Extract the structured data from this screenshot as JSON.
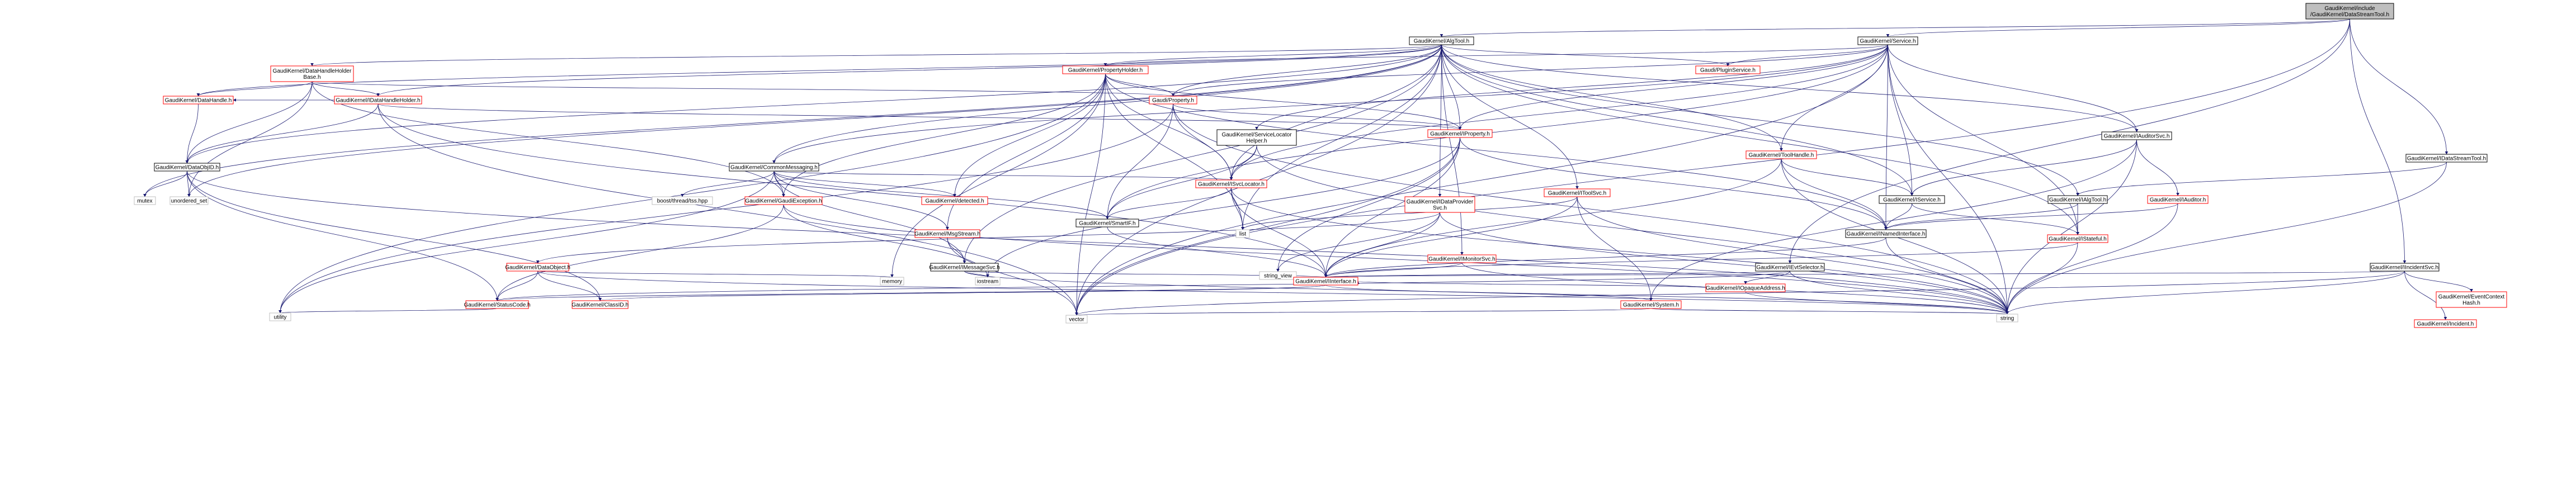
{
  "nodes": [
    {
      "id": "root",
      "lines": [
        "GaudiKernel/include",
        "/GaudiKernel/DataStreamTool.h"
      ],
      "style": "root"
    },
    {
      "id": "algtool",
      "lines": [
        "GaudiKernel/AlgTool.h"
      ],
      "style": "black"
    },
    {
      "id": "service",
      "lines": [
        "GaudiKernel/Service.h"
      ],
      "style": "black"
    },
    {
      "id": "dhhbase",
      "lines": [
        "GaudiKernel/DataHandleHolder",
        "Base.h"
      ],
      "style": "red"
    },
    {
      "id": "propholder",
      "lines": [
        "GaudiKernel/PropertyHolder.h"
      ],
      "style": "red"
    },
    {
      "id": "pluginsvc",
      "lines": [
        "Gaudi/PluginService.h"
      ],
      "style": "red"
    },
    {
      "id": "gprop",
      "lines": [
        "Gaudi/Property.h"
      ],
      "style": "red"
    },
    {
      "id": "idhh",
      "lines": [
        "GaudiKernel/IDataHandleHolder.h"
      ],
      "style": "red"
    },
    {
      "id": "datahandle",
      "lines": [
        "GaudiKernel/DataHandle.h"
      ],
      "style": "red"
    },
    {
      "id": "dataobjid",
      "lines": [
        "GaudiKernel/DataObjID.h"
      ],
      "style": "black"
    },
    {
      "id": "mutex",
      "lines": [
        "mutex"
      ],
      "style": "grey"
    },
    {
      "id": "unordset",
      "lines": [
        "unordered_set"
      ],
      "style": "grey"
    },
    {
      "id": "commsg",
      "lines": [
        "GaudiKernel/CommonMessaging.h"
      ],
      "style": "black"
    },
    {
      "id": "boostsp",
      "lines": [
        "boost/thread/tss.hpp"
      ],
      "style": "grey"
    },
    {
      "id": "gexcept",
      "lines": [
        "GaudiKernel/GaudiException.h"
      ],
      "style": "red"
    },
    {
      "id": "detected",
      "lines": [
        "GaudiKernel/detected.h"
      ],
      "style": "red"
    },
    {
      "id": "svclochelper",
      "lines": [
        "GaudiKernel/ServiceLocator",
        "Helper.h"
      ],
      "style": "black"
    },
    {
      "id": "iprop",
      "lines": [
        "GaudiKernel/IProperty.h"
      ],
      "style": "red"
    },
    {
      "id": "isvcloc",
      "lines": [
        "GaudiKernel/ISvcLocator.h"
      ],
      "style": "red"
    },
    {
      "id": "smartif",
      "lines": [
        "GaudiKernel/SmartIF.h"
      ],
      "style": "black"
    },
    {
      "id": "msgstream",
      "lines": [
        "GaudiKernel/MsgStream.h"
      ],
      "style": "red"
    },
    {
      "id": "imsgsvc",
      "lines": [
        "GaudiKernel/IMessageSvc.h"
      ],
      "style": "black"
    },
    {
      "id": "idataobj",
      "lines": [
        "GaudiKernel/DataObject.h"
      ],
      "style": "red"
    },
    {
      "id": "statuscode",
      "lines": [
        "GaudiKernel/StatusCode.h"
      ],
      "style": "red"
    },
    {
      "id": "classid",
      "lines": [
        "GaudiKernel/ClassID.h"
      ],
      "style": "red"
    },
    {
      "id": "utility",
      "lines": [
        "utility"
      ],
      "style": "grey"
    },
    {
      "id": "memory",
      "lines": [
        "memory"
      ],
      "style": "grey"
    },
    {
      "id": "iostream",
      "lines": [
        "iostream"
      ],
      "style": "grey"
    },
    {
      "id": "vector",
      "lines": [
        "vector"
      ],
      "style": "grey"
    },
    {
      "id": "list",
      "lines": [
        "list"
      ],
      "style": "grey"
    },
    {
      "id": "stringview",
      "lines": [
        "string_view"
      ],
      "style": "grey"
    },
    {
      "id": "idataprov",
      "lines": [
        "GaudiKernel/IDataProvider",
        "Svc.h"
      ],
      "style": "red"
    },
    {
      "id": "itoolsvc",
      "lines": [
        "GaudiKernel/IToolSvc.h"
      ],
      "style": "red"
    },
    {
      "id": "toolhandle",
      "lines": [
        "GaudiKernel/ToolHandle.h"
      ],
      "style": "red"
    },
    {
      "id": "imonitorsvc",
      "lines": [
        "GaudiKernel/IMonitorSvc.h"
      ],
      "style": "red"
    },
    {
      "id": "iinterface",
      "lines": [
        "GaudiKernel/IInterface.h"
      ],
      "style": "red"
    },
    {
      "id": "system",
      "lines": [
        "GaudiKernel/System.h"
      ],
      "style": "red"
    },
    {
      "id": "string",
      "lines": [
        "string"
      ],
      "style": "grey"
    },
    {
      "id": "iservice",
      "lines": [
        "GaudiKernel/IService.h"
      ],
      "style": "black"
    },
    {
      "id": "inamed",
      "lines": [
        "GaudiKernel/INamedInterface.h"
      ],
      "style": "black"
    },
    {
      "id": "ialgtool",
      "lines": [
        "GaudiKernel/IAlgTool.h"
      ],
      "style": "black"
    },
    {
      "id": "istateful",
      "lines": [
        "GaudiKernel/IStateful.h"
      ],
      "style": "red"
    },
    {
      "id": "iauditorsvc",
      "lines": [
        "GaudiKernel/IAuditorSvc.h"
      ],
      "style": "black"
    },
    {
      "id": "iauditor",
      "lines": [
        "GaudiKernel/IAuditor.h"
      ],
      "style": "red"
    },
    {
      "id": "ievtselector",
      "lines": [
        "GaudiKernel/IEvtSelector.h"
      ],
      "style": "black"
    },
    {
      "id": "iopaque",
      "lines": [
        "GaudiKernel/IOpaqueAddress.h"
      ],
      "style": "red"
    },
    {
      "id": "idatastreamtool",
      "lines": [
        "GaudiKernel/IDataStreamTool.h"
      ],
      "style": "black"
    },
    {
      "id": "iincidentsvc",
      "lines": [
        "GaudiKernel/IIncidentSvc.h"
      ],
      "style": "black"
    },
    {
      "id": "evctxhash",
      "lines": [
        "GaudiKernel/EventContext",
        "Hash.h"
      ],
      "style": "red"
    },
    {
      "id": "incident",
      "lines": [
        "GaudiKernel/Incident.h"
      ],
      "style": "red"
    }
  ],
  "edges": [
    [
      "root",
      "algtool"
    ],
    [
      "root",
      "service"
    ],
    [
      "root",
      "idatastreamtool"
    ],
    [
      "root",
      "iincidentsvc"
    ],
    [
      "root",
      "ievtselector"
    ],
    [
      "root",
      "vector"
    ],
    [
      "algtool",
      "dhhbase"
    ],
    [
      "algtool",
      "propholder"
    ],
    [
      "algtool",
      "pluginsvc"
    ],
    [
      "algtool",
      "gprop"
    ],
    [
      "algtool",
      "idhh"
    ],
    [
      "algtool",
      "datahandle"
    ],
    [
      "algtool",
      "dataobjid"
    ],
    [
      "algtool",
      "commsg"
    ],
    [
      "algtool",
      "iprop"
    ],
    [
      "algtool",
      "isvcloc"
    ],
    [
      "algtool",
      "itoolsvc"
    ],
    [
      "algtool",
      "toolhandle"
    ],
    [
      "algtool",
      "idataprov"
    ],
    [
      "algtool",
      "imonitorsvc"
    ],
    [
      "algtool",
      "iservice"
    ],
    [
      "algtool",
      "ialgtool"
    ],
    [
      "algtool",
      "istateful"
    ],
    [
      "algtool",
      "iauditorsvc"
    ],
    [
      "algtool",
      "list"
    ],
    [
      "algtool",
      "vector"
    ],
    [
      "algtool",
      "mutex"
    ],
    [
      "algtool",
      "unordset"
    ],
    [
      "algtool",
      "imsgsvc"
    ],
    [
      "service",
      "propholder"
    ],
    [
      "service",
      "pluginsvc"
    ],
    [
      "service",
      "gprop"
    ],
    [
      "service",
      "commsg"
    ],
    [
      "service",
      "svclochelper"
    ],
    [
      "service",
      "iprop"
    ],
    [
      "service",
      "isvcloc"
    ],
    [
      "service",
      "smartif"
    ],
    [
      "service",
      "toolhandle"
    ],
    [
      "service",
      "iservice"
    ],
    [
      "service",
      "istateful"
    ],
    [
      "service",
      "iauditorsvc"
    ],
    [
      "service",
      "inamed"
    ],
    [
      "service",
      "string"
    ],
    [
      "service",
      "vector"
    ],
    [
      "dhhbase",
      "idhh"
    ],
    [
      "dhhbase",
      "datahandle"
    ],
    [
      "dhhbase",
      "dataobjid"
    ],
    [
      "dhhbase",
      "gprop"
    ],
    [
      "dhhbase",
      "gexcept"
    ],
    [
      "dhhbase",
      "unordset"
    ],
    [
      "propholder",
      "gprop"
    ],
    [
      "propholder",
      "iprop"
    ],
    [
      "propholder",
      "detected"
    ],
    [
      "propholder",
      "gexcept"
    ],
    [
      "propholder",
      "isvcloc"
    ],
    [
      "propholder",
      "msgstream"
    ],
    [
      "propholder",
      "inamed"
    ],
    [
      "propholder",
      "vector"
    ],
    [
      "propholder",
      "utility"
    ],
    [
      "propholder",
      "list"
    ],
    [
      "propholder",
      "memory"
    ],
    [
      "gprop",
      "iprop"
    ],
    [
      "gprop",
      "smartif"
    ],
    [
      "gprop",
      "string"
    ],
    [
      "gprop",
      "utility"
    ],
    [
      "gprop",
      "isvcloc"
    ],
    [
      "idhh",
      "datahandle"
    ],
    [
      "idhh",
      "dataobjid"
    ],
    [
      "idhh",
      "iinterface"
    ],
    [
      "idhh",
      "vector"
    ],
    [
      "idhh",
      "iprop"
    ],
    [
      "datahandle",
      "dataobjid"
    ],
    [
      "dataobjid",
      "mutex"
    ],
    [
      "dataobjid",
      "unordset"
    ],
    [
      "dataobjid",
      "statuscode"
    ],
    [
      "dataobjid",
      "classid"
    ],
    [
      "dataobjid",
      "string"
    ],
    [
      "commsg",
      "boostsp"
    ],
    [
      "commsg",
      "gexcept"
    ],
    [
      "commsg",
      "detected"
    ],
    [
      "commsg",
      "imsgsvc"
    ],
    [
      "commsg",
      "msgstream"
    ],
    [
      "commsg",
      "smartif"
    ],
    [
      "commsg",
      "isvcloc"
    ],
    [
      "commsg",
      "utility"
    ],
    [
      "gexcept",
      "statuscode"
    ],
    [
      "gexcept",
      "iostream"
    ],
    [
      "gexcept",
      "string"
    ],
    [
      "svclochelper",
      "isvcloc"
    ],
    [
      "svclochelper",
      "smartif"
    ],
    [
      "svclochelper",
      "string"
    ],
    [
      "iprop",
      "inamed"
    ],
    [
      "iprop",
      "vector"
    ],
    [
      "iprop",
      "stringview"
    ],
    [
      "iprop",
      "iinterface"
    ],
    [
      "iprop",
      "iostream"
    ],
    [
      "isvcloc",
      "smartif"
    ],
    [
      "isvcloc",
      "list"
    ],
    [
      "isvcloc",
      "iinterface"
    ],
    [
      "isvcloc",
      "string"
    ],
    [
      "smartif",
      "iinterface"
    ],
    [
      "msgstream",
      "imsgsvc"
    ],
    [
      "msgstream",
      "vector"
    ],
    [
      "imsgsvc",
      "iinterface"
    ],
    [
      "imsgsvc",
      "iostream"
    ],
    [
      "imsgsvc",
      "string"
    ],
    [
      "idataobj",
      "statuscode"
    ],
    [
      "idataobj",
      "classid"
    ],
    [
      "idataobj",
      "memory"
    ],
    [
      "idataobj",
      "string"
    ],
    [
      "statuscode",
      "utility"
    ],
    [
      "idataprov",
      "iinterface"
    ],
    [
      "idataprov",
      "idataobj"
    ],
    [
      "idataprov",
      "stringview"
    ],
    [
      "idataprov",
      "string"
    ],
    [
      "itoolsvc",
      "iinterface"
    ],
    [
      "itoolsvc",
      "list"
    ],
    [
      "itoolsvc",
      "system"
    ],
    [
      "itoolsvc",
      "string"
    ],
    [
      "toolhandle",
      "iservice"
    ],
    [
      "toolhandle",
      "inamed"
    ],
    [
      "toolhandle",
      "iinterface"
    ],
    [
      "toolhandle",
      "string"
    ],
    [
      "imonitorsvc",
      "iinterface"
    ],
    [
      "imonitorsvc",
      "string"
    ],
    [
      "iinterface",
      "statuscode"
    ],
    [
      "iinterface",
      "system"
    ],
    [
      "iinterface",
      "classid"
    ],
    [
      "system",
      "vector"
    ],
    [
      "system",
      "string"
    ],
    [
      "iservice",
      "inamed"
    ],
    [
      "iservice",
      "istateful"
    ],
    [
      "inamed",
      "iinterface"
    ],
    [
      "inamed",
      "string"
    ],
    [
      "ialgtool",
      "inamed"
    ],
    [
      "ialgtool",
      "istateful"
    ],
    [
      "istateful",
      "iinterface"
    ],
    [
      "istateful",
      "string"
    ],
    [
      "iauditorsvc",
      "iauditor"
    ],
    [
      "iauditorsvc",
      "iservice"
    ],
    [
      "iauditorsvc",
      "string"
    ],
    [
      "iauditorsvc",
      "system"
    ],
    [
      "iauditor",
      "inamed"
    ],
    [
      "iauditor",
      "string"
    ],
    [
      "ievtselector",
      "iinterface"
    ],
    [
      "ievtselector",
      "iopaque"
    ],
    [
      "ievtselector",
      "statuscode"
    ],
    [
      "ievtselector",
      "string"
    ],
    [
      "iopaque",
      "iinterface"
    ],
    [
      "iopaque",
      "string"
    ],
    [
      "idatastreamtool",
      "ialgtool"
    ],
    [
      "idatastreamtool",
      "string"
    ],
    [
      "iincidentsvc",
      "iinterface"
    ],
    [
      "iincidentsvc",
      "evctxhash"
    ],
    [
      "iincidentsvc",
      "incident"
    ],
    [
      "iincidentsvc",
      "vector"
    ],
    [
      "iincidentsvc",
      "string"
    ]
  ]
}
